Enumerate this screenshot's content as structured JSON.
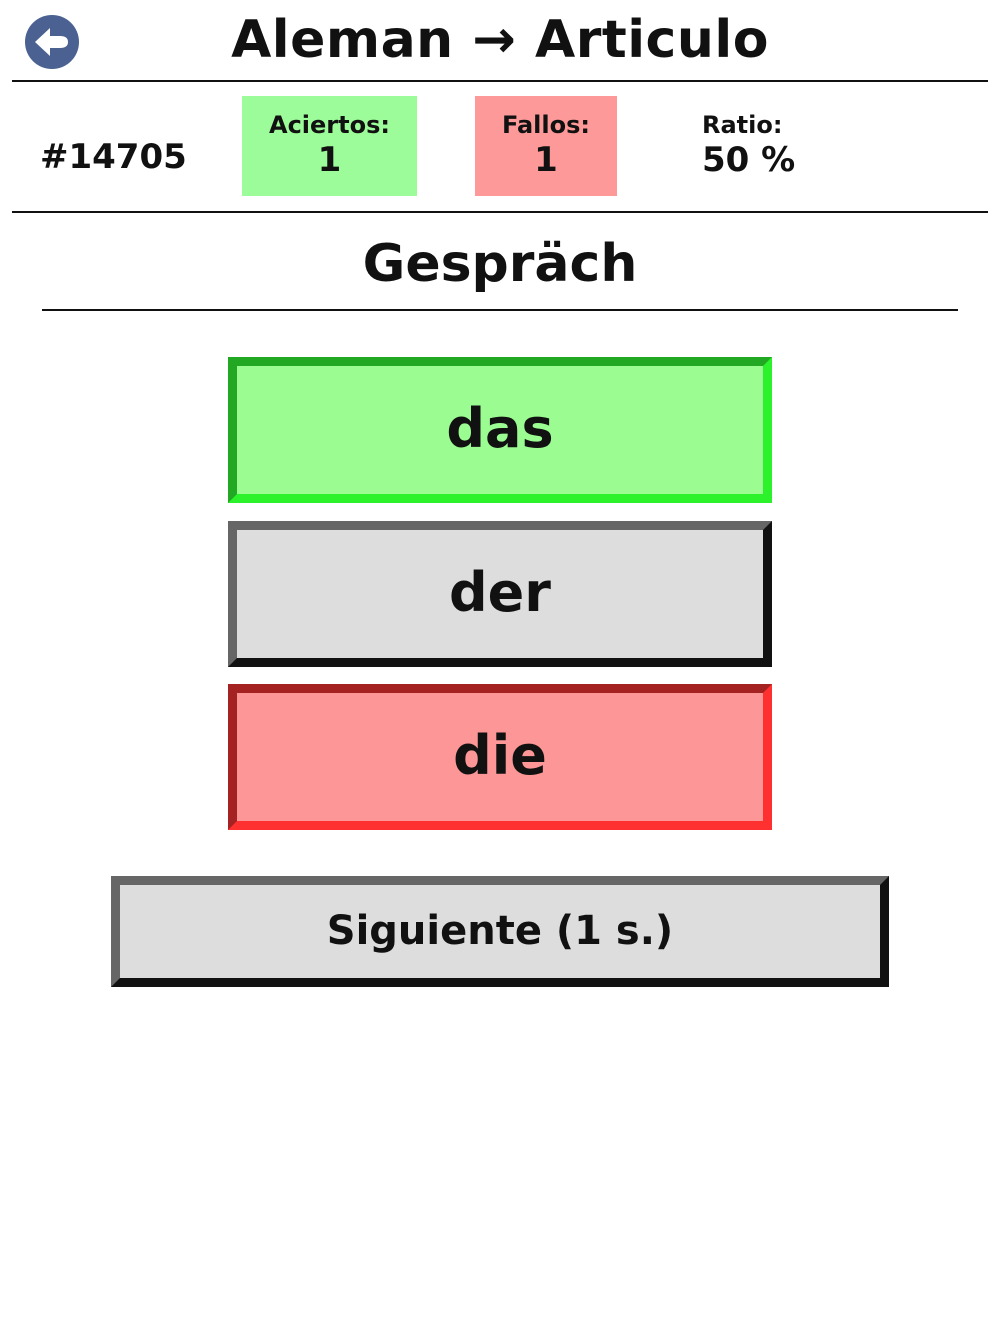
{
  "header": {
    "back_icon": "arrow-left-circle-icon",
    "title": "Aleman → Articulo"
  },
  "stats": {
    "word_id": "#14705",
    "correct_label": "Aciertos:",
    "correct_value": "1",
    "wrong_label": "Fallos:",
    "wrong_value": "1",
    "ratio_label": "Ratio:",
    "ratio_value": "50 %"
  },
  "question": {
    "word": "Gespräch"
  },
  "answers": [
    {
      "label": "das",
      "state": "correct",
      "color": "#9bfc91"
    },
    {
      "label": "der",
      "state": "neutral",
      "color": "#dddddd"
    },
    {
      "label": "die",
      "state": "wrong",
      "color": "#fd9797"
    }
  ],
  "next": {
    "label": "Siguiente (1 s.)"
  },
  "colors": {
    "back_icon": "#4a6191",
    "correct_box": "#9cfc99",
    "wrong_box": "#fd9999"
  }
}
